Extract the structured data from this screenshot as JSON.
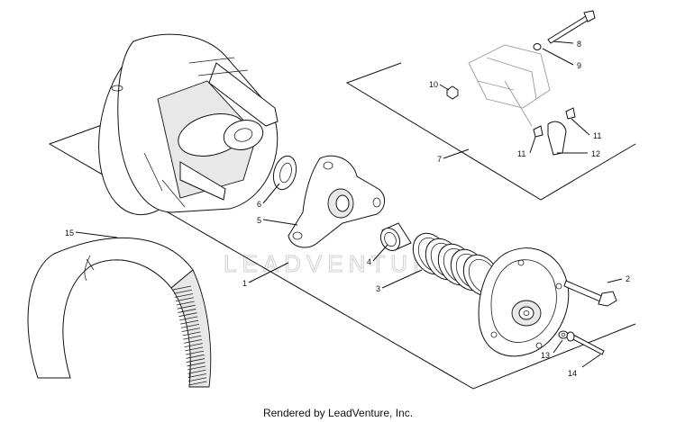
{
  "diagram": {
    "callouts": [
      "1",
      "2",
      "3",
      "4",
      "5",
      "6",
      "7",
      "8",
      "9",
      "10",
      "11",
      "11",
      "12",
      "13",
      "14",
      "15"
    ],
    "watermark": "LEADVENTURE"
  },
  "footer": {
    "text": "Rendered by LeadVenture, Inc."
  }
}
